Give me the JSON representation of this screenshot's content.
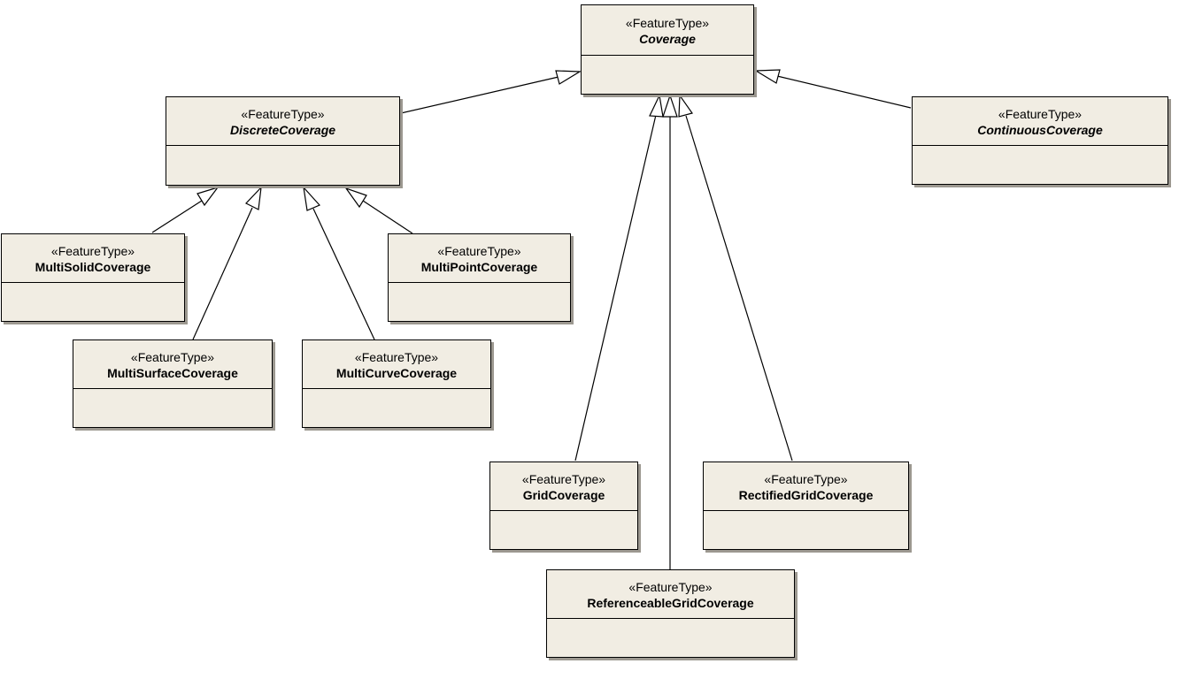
{
  "classes": {
    "coverage": {
      "stereotype": "«FeatureType»",
      "name": "Coverage"
    },
    "discrete_coverage": {
      "stereotype": "«FeatureType»",
      "name": "DiscreteCoverage"
    },
    "continuous_coverage": {
      "stereotype": "«FeatureType»",
      "name": "ContinuousCoverage"
    },
    "multi_solid_coverage": {
      "stereotype": "«FeatureType»",
      "name": "MultiSolidCoverage"
    },
    "multi_point_coverage": {
      "stereotype": "«FeatureType»",
      "name": "MultiPointCoverage"
    },
    "multi_surface_coverage": {
      "stereotype": "«FeatureType»",
      "name": "MultiSurfaceCoverage"
    },
    "multi_curve_coverage": {
      "stereotype": "«FeatureType»",
      "name": "MultiCurveCoverage"
    },
    "grid_coverage": {
      "stereotype": "«FeatureType»",
      "name": "GridCoverage"
    },
    "rectified_grid_coverage": {
      "stereotype": "«FeatureType»",
      "name": "RectifiedGridCoverage"
    },
    "referenceable_grid_coverage": {
      "stereotype": "«FeatureType»",
      "name": "ReferenceableGridCoverage"
    }
  },
  "generalizations": [
    {
      "child": "DiscreteCoverage",
      "parent": "Coverage"
    },
    {
      "child": "ContinuousCoverage",
      "parent": "Coverage"
    },
    {
      "child": "GridCoverage",
      "parent": "Coverage"
    },
    {
      "child": "ReferenceableGridCoverage",
      "parent": "Coverage"
    },
    {
      "child": "RectifiedGridCoverage",
      "parent": "Coverage"
    },
    {
      "child": "MultiSolidCoverage",
      "parent": "DiscreteCoverage"
    },
    {
      "child": "MultiSurfaceCoverage",
      "parent": "DiscreteCoverage"
    },
    {
      "child": "MultiCurveCoverage",
      "parent": "DiscreteCoverage"
    },
    {
      "child": "MultiPointCoverage",
      "parent": "DiscreteCoverage"
    }
  ]
}
